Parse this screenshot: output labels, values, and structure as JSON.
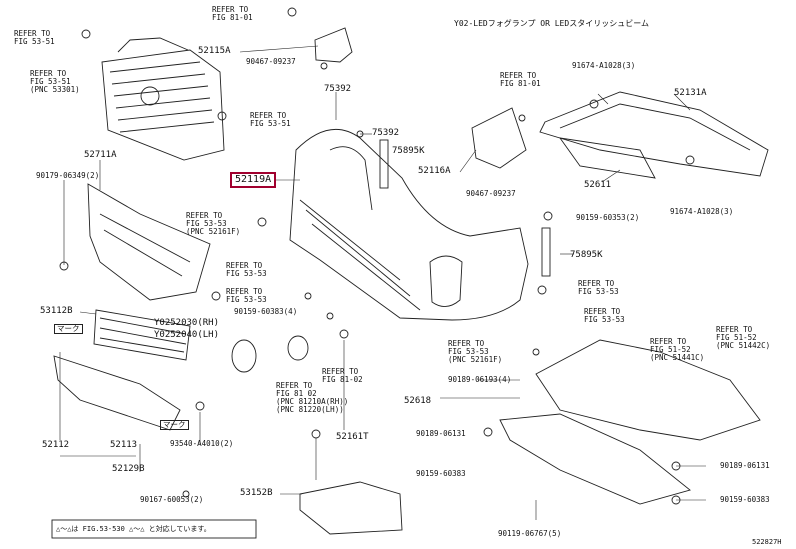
{
  "header_note": "Y02-LEDフォグランプ OR LEDスタイリッシュビーム",
  "diagram_id": "522827H",
  "footer_note": "△～△は FIG.53-530 △～△ と対応しています。",
  "highlighted_part": "52119A",
  "labels": {
    "ref_fig_81_01_top": "REFER TO\nFIG 81-01",
    "ref_fig_53_51_topleft": "REFER TO\nFIG 53-51",
    "part_52115A": "52115A",
    "part_90467_09237_top": "90467-09237",
    "ref_fig_53_51_pnc": "REFER TO\nFIG 53-51\n(PNC 53301)",
    "ref_fig_53_51_mid": "REFER TO\nFIG 53-51",
    "part_75392_a": "75392",
    "part_75392_b": "75392",
    "part_75895K": "75895K",
    "ref_fig_81_01_right": "REFER TO\nFIG 81-01",
    "part_91674_top": "91674-A1028(3)",
    "part_52131A": "52131A",
    "part_52116A": "52116A",
    "part_90467_09237_mid": "90467-09237",
    "part_52611": "52611",
    "part_91674_bot": "91674-A1028(3)",
    "part_52711A": "52711A",
    "part_90179_06349": "90179-06349(2)",
    "ref_fig_53_53_pnc": "REFER TO\nFIG 53-53\n(PNC 52161F)",
    "part_90159_60353": "90159-60353(2)",
    "part_75895K_b": "75895K",
    "ref_53_53_a": "REFER TO\nFIG 53-53",
    "ref_53_53_b": "REFER TO\nFIG 53-53",
    "ref_53_53_c": "REFER TO\nFIG 53-53",
    "ref_53_53_d": "REFER TO\nFIG 53-53",
    "part_90159_60383_4": "90159-60383(4)",
    "part_53112B": "53112B",
    "part_Y0252030": "Y0252030(RH)",
    "part_Y0252040": "Y0252040(LH)",
    "mark_1": "マーク",
    "ref_fig_81_02_a": "REFER TO\nFIG 81-02",
    "ref_fig_81_02_pnc": "REFER TO\nFIG 81 02\n(PNC 81210A(RH))\n(PNC 81220(LH))",
    "ref_fig_53_53_pnc_b": "REFER TO\nFIG 53-53\n(PNC 52161F)",
    "ref_fig_51_52_a": "REFER TO\nFIG 51-52\n(PNC 51441C)",
    "ref_fig_51_52_b": "REFER TO\nFIG 51-52\n(PNC 51442C)",
    "part_90189_06193": "90189-06193(4)",
    "part_52618": "52618",
    "part_90189_06131_a": "90189-06131",
    "part_90159_60383_a": "90159-60383",
    "part_90189_06131_b": "90189-06131",
    "part_90159_60383_b": "90159-60383",
    "part_52112": "52112",
    "part_52113": "52113",
    "mark_2": "マーク",
    "part_93540": "93540-A4010(2)",
    "part_52129B": "52129B",
    "part_52161T": "52161T",
    "part_90167_60053": "90167-60053(2)",
    "part_53152B": "53152B",
    "part_90119_06767": "90119-06767(5)"
  },
  "colors": {
    "line": "#222222",
    "highlight": "#a0002e"
  }
}
